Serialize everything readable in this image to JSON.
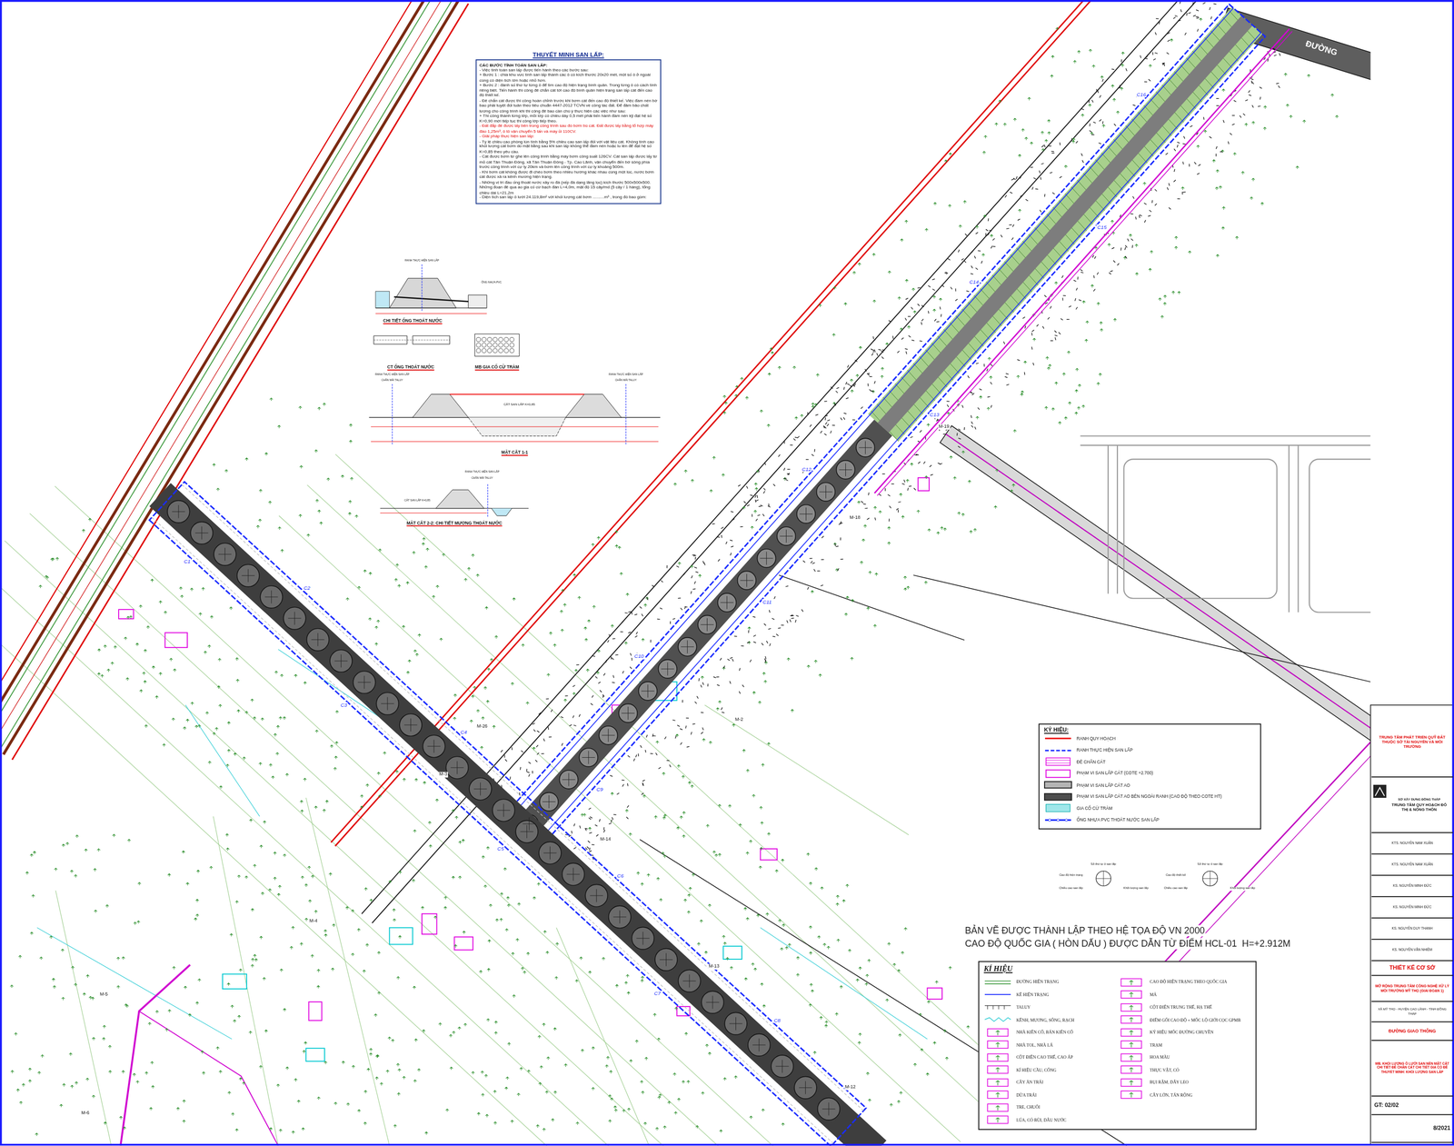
{
  "diagram": {
    "nodes": [
      {
        "text": [
          "THUYẾT MINH SAN LẤP:",
          "CÁC BƯỚC TÍNH TOÁN SAN LẤP:",
          "- Việc tính toán san lấp được tiến hành theo các bước sau:",
          "+ Bước 1 : chia khu vực tính san lấp thành các ô có kích thước 20x20 mét, một số ô ở ngoài cùng có diện tích lớn hoặc nhỏ hơn.",
          "+ Bước 2 : đánh số thứ tự từng ô để tìm cao độ hiện trạng bình quân. Trong từng ô có cách tính riêng biệt. Tiến hành thi công đê chắn cát tới cao độ bình quân hiện trạng san lấp cát đến cao độ thiết kế.",
          "- Đê chắn cát được thi công hoàn chỉnh trước khi bơm cát đến cao độ thiết kế. Việc đầm nén bờ bao phải tuyệt đối tuân theo tiêu chuẩn 4447-2012 TCVN về công tác đất. Để đảm bảo chất lượng cho công trình khi thi công đê bao cần chú ý thực hiện các việc như sau:",
          "+ Thi công thành từng lớp, mỗi lớp có chiều dày 0,5 mét phải tiến hành đầm nén kỹ đạt hệ số K=0,90 mới tiếp tục thi công lớp tiếp theo.",
          "- Đất đắp đê được lấy bên trong công trình sau đó bơm bù cát. Đất được lấy bằng tổ hợp máy đào 1,25m³, ô tô vận chuyển 5 tấn và máy ủi 110CV.",
          "- Giải pháp thực hiện san lấp:",
          "- Tỷ lệ chiều cao phòng lún tính bằng 5% chiều cao san lấp đối với vật liệu cát. Không tính cao khối lượng cát bơm do mặt bằng sau khi san lấp không thể đầm nén hoặc lu lèn để đạt hệ số K=0,85 theo yêu cầu.",
          "- Cát được bơm từ ghe lên công trình bằng máy bơm công suất 126CV. Cát san lấp được lấy từ mỏ cát Tân Thuận Đông, xã Tân Thuận Đông - Tp. Cao Lãnh, vận chuyển đến bờ sông phía trước công trình với cự ly 20km và bơm lên công trình với cự ly khoảng 500m.",
          "- Khi bơm cát không được đi chéo bơm theo nhiều hướng khác nhau cùng một lúc, nước bơm cát được xả ra kênh mương hiện trạng.",
          "- Những vị trí đầu ống thoát nước xây ro đá (xếp đá dạng lăng lọc) kích thước 500x500x500. Những đoạn đê qua ao gia cố cừ bạch đàn L=4,0m, mật độ 15 cây/md (5 cây / 1 hàng), tổng chiều dài L=21,2m",
          "- Diện tích san lấp ô lưới 24.119,8m² với khối lượng cát bơm ..........m³ , trong đó bao gồm:"
        ]
      },
      {
        "text": [
          "KÝ HIỆU:"
        ]
      },
      {
        "text": [
          "KÍ HIỆU"
        ]
      },
      {
        "text": [
          "TRUNG TÂM PHÁT TRIỂN QUỸ ĐẤT THUỘC SỞ TÀI NGUYÊN VÀ MÔI TRƯỜNG"
        ]
      },
      {
        "text": [
          "SỞ XÂY DỰNG ĐỒNG THÁP",
          "TRUNG TÂM QUY HOẠCH ĐÔ THỊ & NÔNG THÔN"
        ]
      },
      {
        "text": [
          "KTS. NGUYỄN NAM XUÂN"
        ]
      },
      {
        "text": [
          "KTS. NGUYỄN NAM XUÂN"
        ]
      },
      {
        "text": [
          "KS. NGUYỄN MINH ĐỨC"
        ]
      },
      {
        "text": [
          "KS. NGUYỄN MINH ĐỨC"
        ]
      },
      {
        "text": [
          "KS. NGUYỄN DUY THANH"
        ]
      },
      {
        "text": [
          "KS. NGUYỄN VĂN NHIÊM"
        ]
      },
      {
        "text": [
          "THIẾT KẾ CƠ SỞ"
        ]
      },
      {
        "text": [
          "MỞ RỘNG TRUNG TÂM CÔNG NGHỆ XỬ LÝ MÔI TRƯỜNG MỸ THỌ (GIAI ĐOẠN 1)"
        ]
      },
      {
        "text": [
          "XÃ MỸ THỌ - HUYỆN CAO LÃNH - TỈNH ĐỒNG THÁP"
        ]
      },
      {
        "text": [
          "ĐƯỜNG GIAO THÔNG"
        ]
      },
      {
        "text": [
          "MB. KHỐI LƯỢNG Ô LƯỚI SAN NỀN MẶT CẮT CHI TIẾT ĐÊ CHẮN CÁT CHI TIẾT GIA CỐ ĐÊ THUYẾT MINH: KHỐI LƯỢNG SAN LẤP"
        ]
      },
      {
        "text": [
          "GT: 02/02"
        ]
      },
      {
        "text": [
          "8/2021"
        ]
      }
    ],
    "labels": [
      "ĐƯỜNG",
      "BẢN VẼ ĐƯỢC THÀNH LẬP THEO HỆ TỌA ĐỘ VN 2000",
      "CAO ĐỘ QUỐC GIA ( HÒN DẤU ) ĐƯỢC DẪN TỪ ĐIỂM HCL-01  H=+2.912M",
      "M-26",
      "M-3",
      "M-4",
      "M-5",
      "M-6",
      "M-12",
      "M-13",
      "M-14",
      "M-18",
      "M-19",
      "M-2",
      "C1",
      "C2",
      "C3",
      "C4",
      "C5",
      "C6",
      "C7",
      "C8",
      "C9",
      "C10",
      "C11",
      "C12",
      "C13",
      "C14",
      "C15",
      "C16",
      "RANH THỰC HIỆN SAN LẤP",
      "ỐNG NHỰA PVC",
      "CHI TIẾT ỐNG THOÁT NƯỚC",
      "CT ỐNG THOÁT NƯỚC",
      "MB GIA CỐ CỪ TRÀM",
      "RANH THỰC HIỆN SAN LẤP",
      "CHÂN MÁI TALUY",
      "RANH THỰC HIỆN SAN LẤP",
      "CHÂN MÁI TALUY",
      "CÁT SAN LẤP K=0,85",
      "MẶT CẮT 1-1",
      "RANH THỰC HIỆN SAN LẤP",
      "CHÂN MÁI TALUY",
      "CÁT SAN LẤP K=0,85",
      "MẶT CẮT 2-2: CHI TIẾT MƯƠNG THOÁT NƯỚC",
      "Số thứ tự ô san lấp",
      "Cao độ hiện trạng",
      "Chiều cao san lấp",
      "Khối lượng san lấp",
      "Số thứ tự ô san lấp",
      "Cao độ thiết kế",
      "Chiều cao san lấp",
      "Khối lượng san lấp"
    ],
    "legend": [
      {
        "text": "RANH QUY HOẠCH"
      },
      {
        "text": "RANH THỰC HIỆN SAN LẤP"
      },
      {
        "text": "ĐÊ CHẮN CÁT"
      },
      {
        "text": "PHẠM VI SAN LẤP CÁT (COTE +2.700)"
      },
      {
        "text": "PHẠM VI SAN LẤP CÁT AO",
        "color": "#b4b4b4"
      },
      {
        "text": "PHẠM VI SAN LẤP CÁT AO BÊN NGOÀI RANH (CAO ĐỘ THEO COTE HT)",
        "color": "#4d4d4d"
      },
      {
        "text": "GIA CỐ CỪ TRÀM"
      },
      {
        "text": "ỐNG NHỰA PVC THOÁT NƯỚC SAN LẤP"
      },
      {
        "text": "ĐƯỜNG HIỆN TRẠNG"
      },
      {
        "text": "KÊ HIỆN TRẠNG"
      },
      {
        "text": "TALUY"
      },
      {
        "text": "KÊNH, MƯƠNG, SÔNG, RẠCH"
      },
      {
        "text": "NHÀ KIÊN CỐ, BÁN KIÊN CỐ"
      },
      {
        "text": "NHÀ TOL, NHÀ LÁ"
      },
      {
        "text": "CỘT ĐIỆN CAO THẾ, CAO ÁP"
      },
      {
        "text": "KÍ HIỆU CẦU, CỐNG"
      },
      {
        "text": "CÂY ĂN TRÁI"
      },
      {
        "text": "DỪA TRÁI"
      },
      {
        "text": "TRE, CHUỐI"
      },
      {
        "text": "LÚA, CỎ BÙI, DÂU NƯỚC"
      },
      {
        "text": "CAO ĐỘ HIỆN TRẠNG THEO QUỐC GIA"
      },
      {
        "text": "MẢ"
      },
      {
        "text": "CỘT ĐIỆN TRUNG THẾ, HẠ THẾ"
      },
      {
        "text": "ĐIỂM GỐI CAO ĐỘ + MỐC LỘ GIỚI CỌC GPMB"
      },
      {
        "text": "KÝ HIỆU MỐC ĐƯỜNG CHUYỀN"
      },
      {
        "text": "TRẠM"
      },
      {
        "text": "HOA MÀU"
      },
      {
        "text": "THỰC VẬT, CỎ"
      },
      {
        "text": "BỤI RẬM, DÂY LEO"
      },
      {
        "text": "CÂY LỚN, TÁN RỘNG"
      }
    ]
  }
}
